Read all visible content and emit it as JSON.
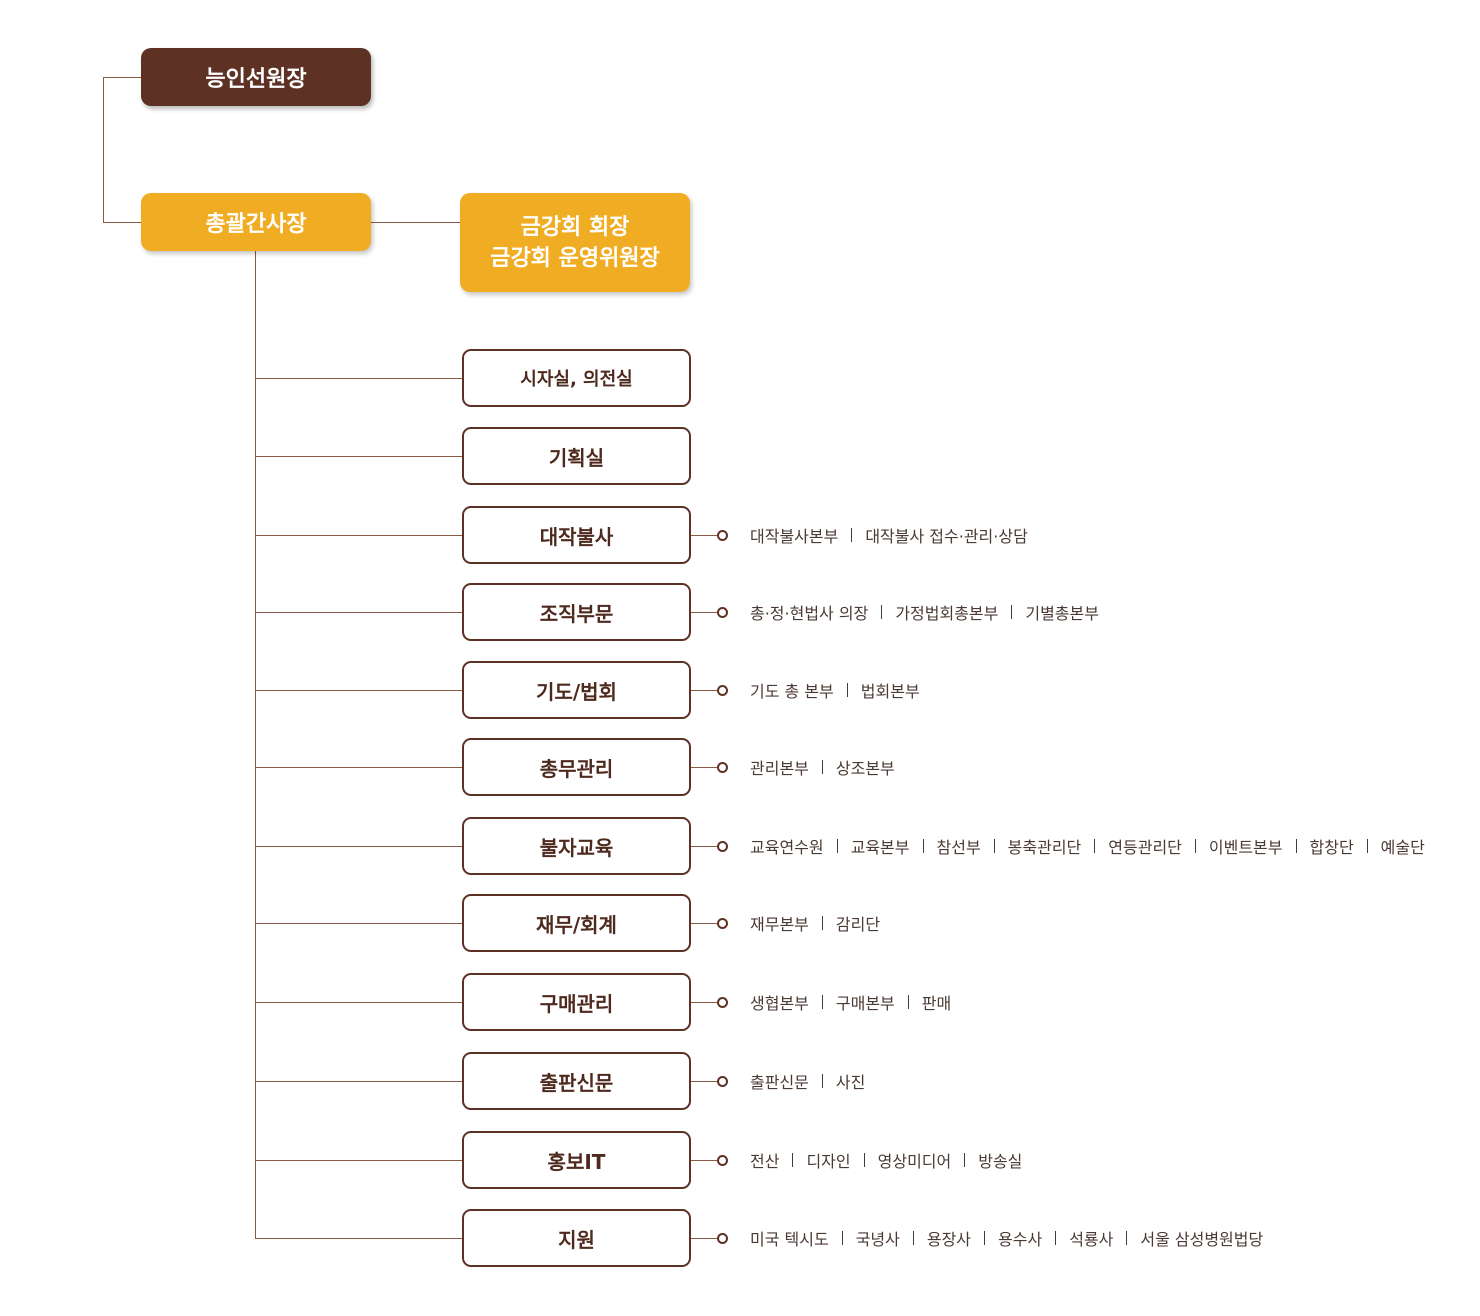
{
  "top": {
    "label": "능인선원장"
  },
  "second": {
    "label": "총괄간사장"
  },
  "side": {
    "line1": "금강회 회장",
    "line2": "금강회 운영위원장"
  },
  "departments": [
    {
      "name": "시자실, 의전실",
      "subs": []
    },
    {
      "name": "기획실",
      "subs": []
    },
    {
      "name": "대작불사",
      "subs": [
        "대작불사본부",
        "대작불사 접수·관리·상담"
      ]
    },
    {
      "name": "조직부문",
      "subs": [
        "총·정·현법사 의장",
        "가정법회총본부",
        "기별총본부"
      ]
    },
    {
      "name": "기도/법회",
      "subs": [
        "기도 총 본부",
        "법회본부"
      ]
    },
    {
      "name": "총무관리",
      "subs": [
        "관리본부",
        "상조본부"
      ]
    },
    {
      "name": "불자교육",
      "subs": [
        "교육연수원",
        "교육본부",
        "참선부",
        "봉축관리단",
        "연등관리단",
        "이벤트본부",
        "합창단",
        "예술단"
      ]
    },
    {
      "name": "재무/회계",
      "subs": [
        "재무본부",
        "감리단"
      ]
    },
    {
      "name": "구매관리",
      "subs": [
        "생협본부",
        "구매본부",
        "판매"
      ]
    },
    {
      "name": "출판신문",
      "subs": [
        "출판신문",
        "사진"
      ]
    },
    {
      "name": "홍보IT",
      "subs": [
        "전산",
        "디자인",
        "영상미디어",
        "방송실"
      ]
    },
    {
      "name": "지원",
      "subs": [
        "미국 텍시도",
        "국녕사",
        "용장사",
        "용수사",
        "석룡사",
        "서울 삼성병원법당"
      ]
    }
  ]
}
